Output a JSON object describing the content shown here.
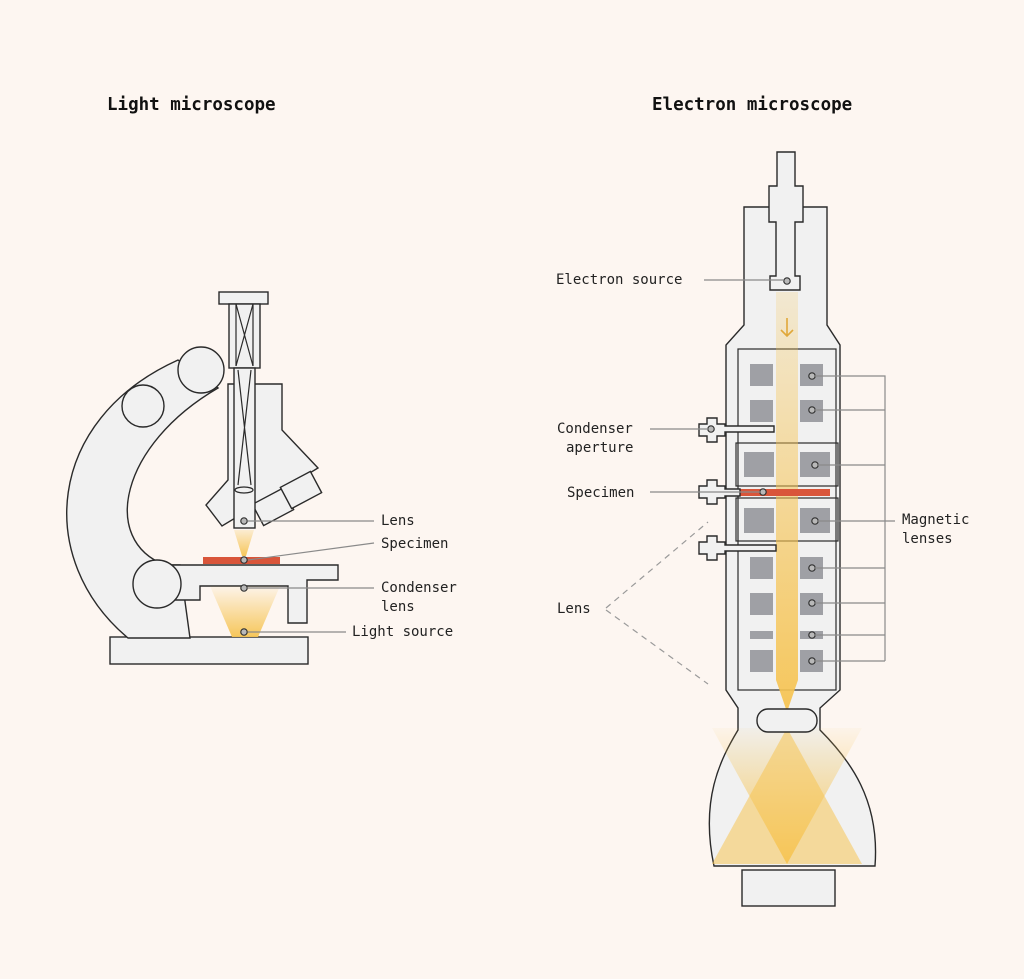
{
  "light": {
    "title": "Light microscope",
    "labels": {
      "lens": "Lens",
      "specimen": "Specimen",
      "condenser_l1": "Condenser",
      "condenser_l2": "lens",
      "light_source": "Light source"
    }
  },
  "electron": {
    "title": "Electron microscope",
    "labels": {
      "electron_source": "Electron source",
      "condenser_aperture_l1": "Condenser",
      "condenser_aperture_l2": "aperture",
      "specimen": "Specimen",
      "lens": "Lens",
      "magnetic_l1": "Magnetic",
      "magnetic_l2": "lenses"
    }
  },
  "colors": {
    "background": "#fdf6f1",
    "body": "#f1f1f1",
    "outline": "#2a2a2a",
    "specimen": "#d9553a",
    "beam": "#f6c453",
    "lens_block": "#9fa0a5"
  }
}
